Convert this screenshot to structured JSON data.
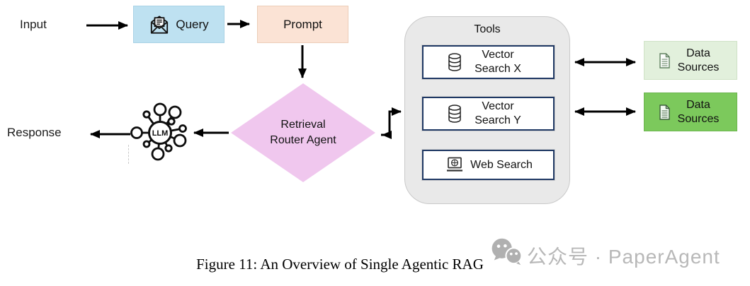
{
  "figure": {
    "caption": "Figure 11: An Overview of Single Agentic RAG"
  },
  "nodes": {
    "input": "Input",
    "query": "Query",
    "prompt": "Prompt",
    "router_agent": "Retrieval Router Agent",
    "llm": "LLM",
    "response": "Response"
  },
  "tools": {
    "title": "Tools",
    "items": [
      {
        "label": "Vector Search X",
        "icon": "database-icon"
      },
      {
        "label": "Vector Search Y",
        "icon": "database-icon"
      },
      {
        "label": "Web Search",
        "icon": "web-browser-icon"
      }
    ]
  },
  "data_sources": [
    {
      "label": "Data Sources",
      "icon": "document-icon",
      "fill": "#E2F0DC"
    },
    {
      "label": "Data Sources",
      "icon": "document-icon",
      "fill": "#7CC95C"
    }
  ],
  "watermark": {
    "text": "公众号 · PaperAgent",
    "icon": "wechat-icon",
    "color": "#B8B8B8"
  },
  "colors": {
    "query_fill": "#BEE1F1",
    "prompt_fill": "#FBE3D5",
    "router_fill": "#F0C7EE",
    "tools_fill": "#E9E9E9",
    "tool_border": "#1F3864",
    "arrow": "#000000"
  }
}
